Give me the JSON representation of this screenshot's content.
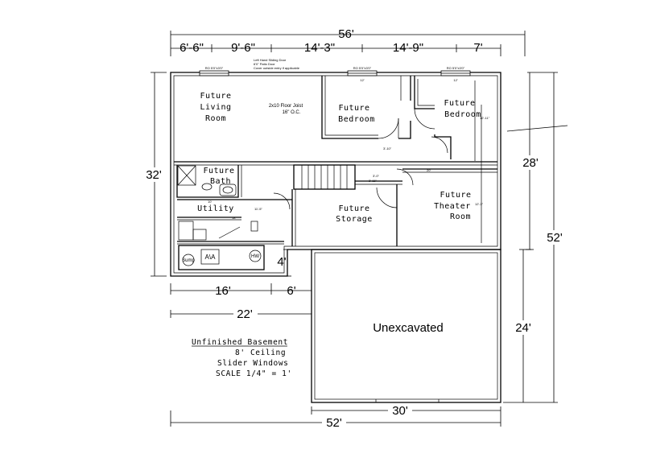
{
  "dimensions": {
    "top_total": "56'",
    "top_segments": [
      "6'-6\"",
      "9'-6\"",
      "14'-3\"",
      "14'-9\"",
      "7'"
    ],
    "left_height": "32'",
    "right_upper": "28'",
    "right_total": "52'",
    "right_lower": "24'",
    "bottom_16": "16'",
    "bottom_6": "6'",
    "bottom_22": "22'",
    "step_4": "4'",
    "bottom_30": "30'",
    "bottom_52": "52'"
  },
  "rooms": {
    "living_1": "Future",
    "living_2": "Living",
    "living_3": "Room",
    "bedroom1_1": "Future",
    "bedroom1_2": "Bedroom",
    "bedroom2_1": "Future",
    "bedroom2_2": "Bedroom",
    "bath_1": "Future",
    "bath_2": "Bath",
    "utility": "Utility",
    "storage_1": "Future",
    "storage_2": "Storage",
    "theater_1": "Future",
    "theater_2": "Theater",
    "theater_3": "Room",
    "unexcavated": "Unexcavated"
  },
  "labels": {
    "joist_1": "2x10 Floor Joist",
    "joist_2": "16\" O.C.",
    "sump": "Sump",
    "ava": "A\\A",
    "hw": "HW",
    "window_1": "RO 5'0\"x3'0\"",
    "window_2": "RO 5'0\"x3'0\"",
    "window_3": "RO 5'0\"x3'0\"",
    "door_note_1": "Left Hand Sliding Door",
    "door_note_2": "6'0\" Patio Door",
    "door_note_3": "Cover outside entry if applicable",
    "dim_12a": "12'",
    "dim_12b": "12'",
    "dim_12_11": "12'-11\"",
    "dim_3_10": "3'-10\"",
    "dim_20": "20'",
    "dim_10": "10'",
    "dim_18": "18'",
    "dim_11_5": "11'-5\"",
    "dim_12_3": "12'-3\"",
    "dim_3_0": "3'-0\"",
    "dim_3_11": "3'-11\""
  },
  "notes": {
    "line1": "Unfinished Basement",
    "line2": "8' Ceiling",
    "line3": "Slider Windows",
    "line4": "SCALE 1/4\" = 1'"
  }
}
